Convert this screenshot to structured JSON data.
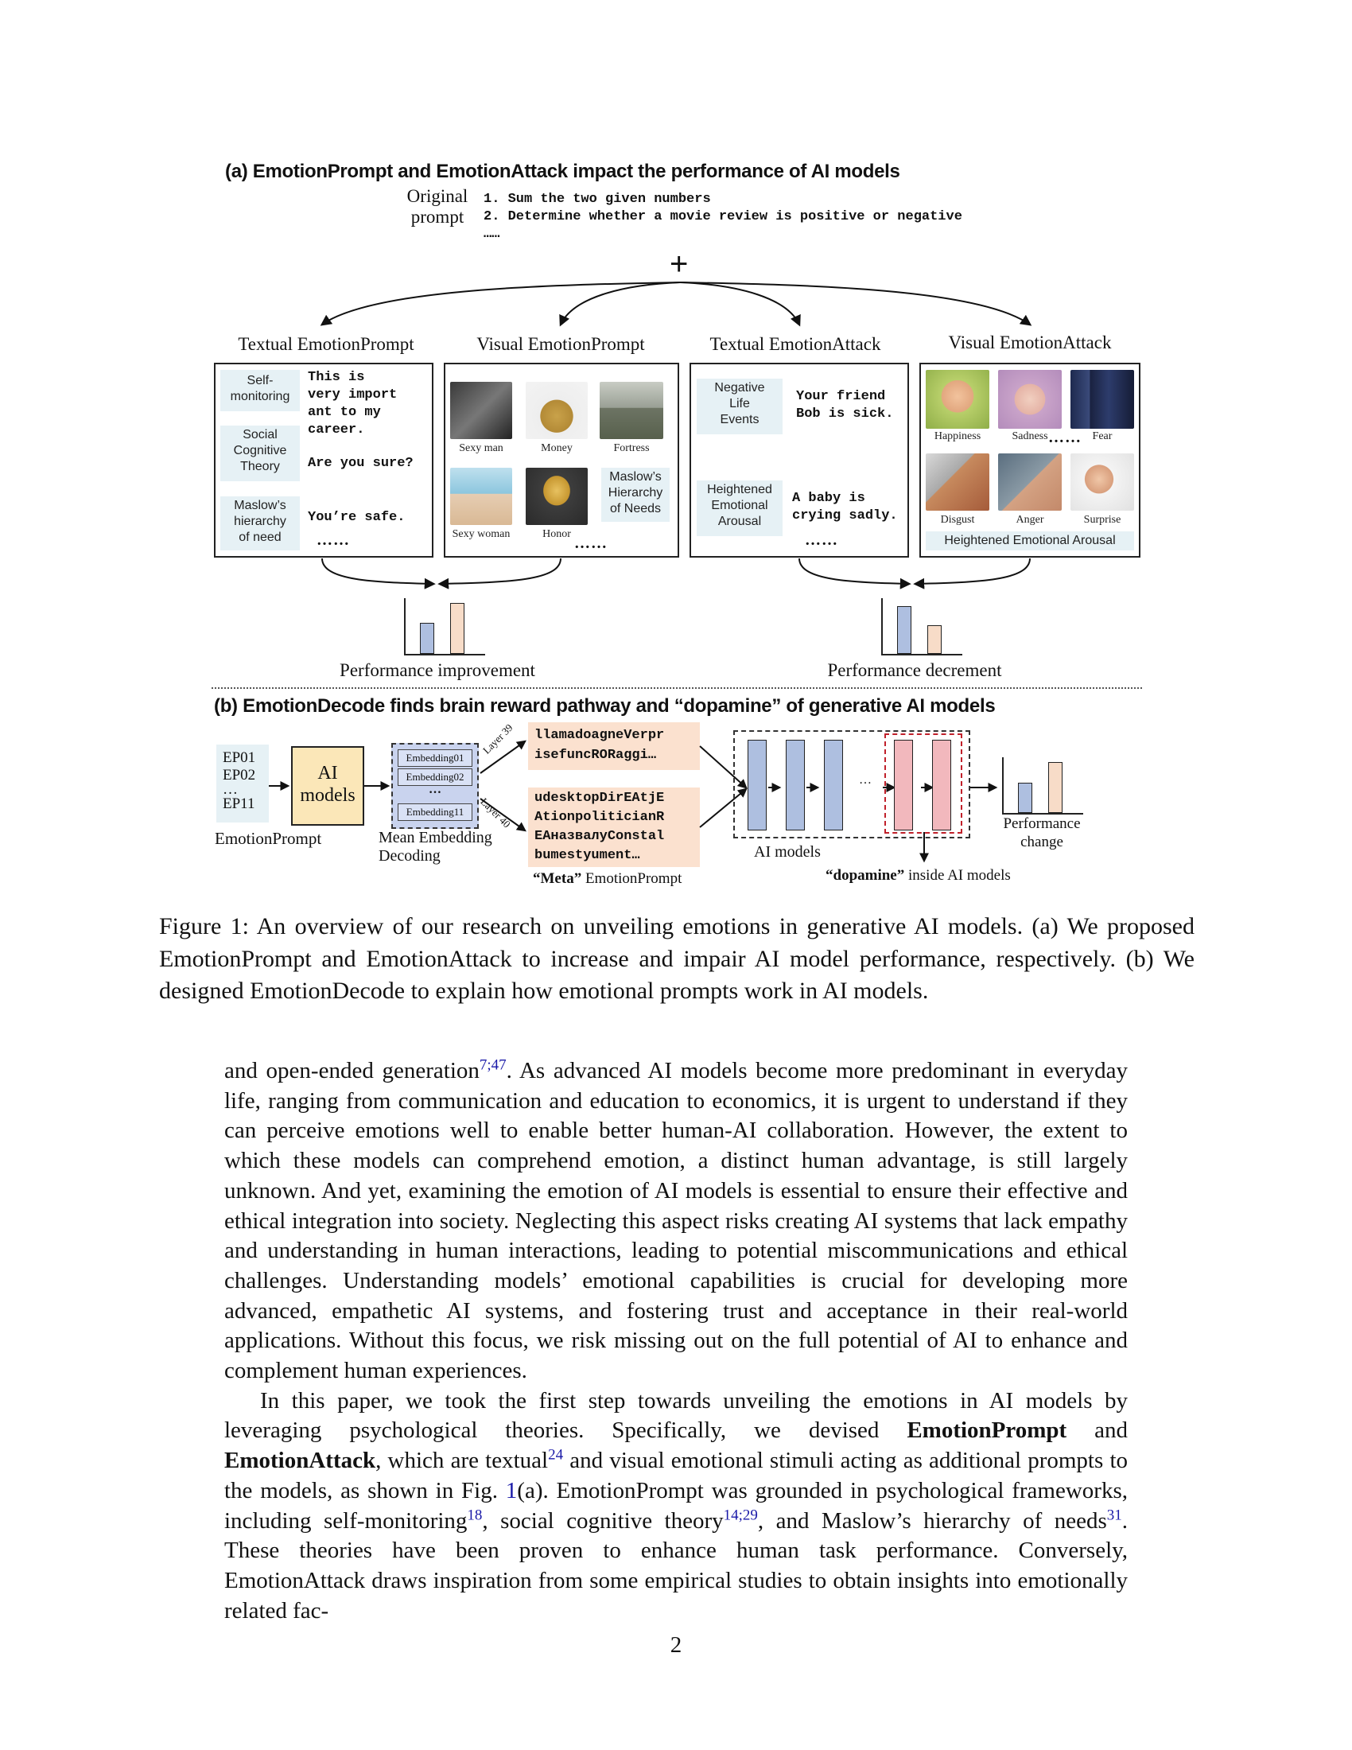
{
  "panel_a": {
    "title": "(a) EmotionPrompt and EmotionAttack impact the performance of AI models",
    "original_label_1": "Original",
    "original_label_2": "prompt",
    "original_lines": [
      "1. Sum the two given numbers",
      "2. Determine whether a movie review is positive or negative",
      "……"
    ],
    "plus": "+",
    "columns": {
      "textual_prompt": {
        "title": "Textual EmotionPrompt",
        "chips": [
          "Self-\nmonitoring",
          "Social\nCognitive\nTheory",
          "Maslow’s\nhierarchy\nof need"
        ],
        "texts": [
          "This is\nvery import\nant to my\ncareer.",
          "Are you sure?",
          "You’re safe."
        ],
        "dots": "……"
      },
      "visual_prompt": {
        "title": "Visual EmotionPrompt",
        "captions": [
          "Sexy man",
          "Money",
          "Fortress",
          "Sexy woman",
          "Honor"
        ],
        "chip": "Maslow’s\nHierarchy\nof Needs",
        "dots": "……"
      },
      "textual_attack": {
        "title": "Textual EmotionAttack",
        "chips": [
          "Negative\nLife\nEvents",
          "Heightened\nEmotional\nArousal"
        ],
        "texts": [
          "Your friend\nBob is sick.",
          "A baby is\ncrying sadly."
        ],
        "dots": "……"
      },
      "visual_attack": {
        "title": "Visual EmotionAttack",
        "captions": [
          "Happiness",
          "Sadness",
          "Fear",
          "Disgust",
          "Anger",
          "Surprise"
        ],
        "dots": "……",
        "footer": "Heightened Emotional Arousal"
      }
    },
    "perf_improve": "Performance improvement",
    "perf_decrement": "Performance decrement"
  },
  "panel_b": {
    "title": "(b) EmotionDecode finds brain reward pathway and “dopamine” of generative AI models",
    "ep_items": [
      "EP01",
      "EP02",
      "…",
      "EP11"
    ],
    "ep_label": "EmotionPrompt",
    "ai_models_box": "AI\nmodels",
    "embeddings": [
      "Embedding01",
      "Embedding02",
      "…",
      "Embedding11"
    ],
    "embed_label": "Mean Embedding\nDecoding",
    "layer39": "Layer 39",
    "layer40": "Layer 40",
    "meta_text_1": "llamadoagneVerpr\nisefuncRORaggi…",
    "meta_text_2": "udesktopDirEAtjE\nAtionpoliticianR\nEAназвалуConstal\nbumestyument…",
    "meta_label_bold": "“Meta”",
    "meta_label_rest": " EmotionPrompt",
    "ai_models_label": "AI models",
    "ellipsis": "…",
    "dopamine_bold": "“dopamine”",
    "dopamine_rest": " inside AI models",
    "perf_change": "Performance\nchange"
  },
  "figure_caption": "Figure 1: An overview of our research on unveiling emotions in generative AI models. (a) We proposed EmotionPrompt and EmotionAttack to increase and impair AI model performance, respectively. (b) We designed EmotionDecode to explain how emotional prompts work in AI models.",
  "body": {
    "p1_a": "and open-ended generation",
    "p1_ref": "7;47",
    "p1_b": ". As advanced AI models become more predominant in everyday life, ranging from communication and education to economics, it is urgent to understand if they can perceive emotions well to enable better human-AI collaboration. However, the extent to which these models can comprehend emotion, a distinct human advantage, is still largely unknown. And yet, examining the emotion of AI models is essential to ensure their effective and ethical integration into society. Neglecting this aspect risks creating AI systems that lack empathy and understanding in human interactions, leading to potential miscommunications and ethical challenges. Understanding models’ emotional capabilities is crucial for developing more advanced, empathetic AI systems, and fostering trust and acceptance in their real-world applications. Without this focus, we risk missing out on the full potential of AI to enhance and complement human experiences.",
    "p2_a": "In this paper, we took the first step towards unveiling the emotions in AI models by leveraging psychological theories. Specifically, we devised ",
    "p2_b1": "EmotionPrompt",
    "p2_c": " and ",
    "p2_b2": "EmotionAttack",
    "p2_d": ", which are textual",
    "p2_ref1": "24",
    "p2_e": " and visual emotional stimuli acting as additional prompts to the models, as shown in Fig. ",
    "p2_figref": "1",
    "p2_f": "(a). EmotionPrompt was grounded in psychological frameworks, including self-monitoring",
    "p2_ref2": "18",
    "p2_g": ", social cognitive theory",
    "p2_ref3": "14;29",
    "p2_h": ", and Maslow’s hierarchy of needs",
    "p2_ref4": "31",
    "p2_i": ". These theories have been proven to enhance human task performance. Conversely, EmotionAttack draws inspiration from some empirical studies to obtain insights into emotionally related fac-"
  },
  "page_number": "2"
}
